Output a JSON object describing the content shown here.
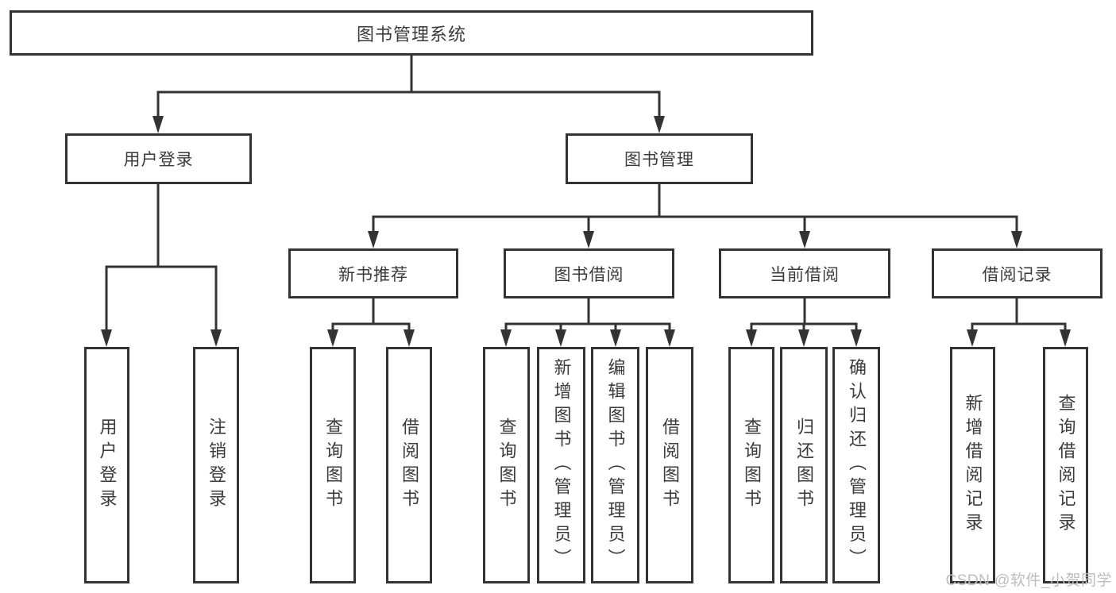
{
  "diagram": {
    "root": {
      "label": "图书管理系统"
    },
    "level2": [
      {
        "label": "用户登录"
      },
      {
        "label": "图书管理"
      }
    ],
    "level3": [
      {
        "label": "新书推荐"
      },
      {
        "label": "图书借阅"
      },
      {
        "label": "当前借阅"
      },
      {
        "label": "借阅记录"
      }
    ],
    "leaves": {
      "user_login": [
        "用户登录",
        "注销登录"
      ],
      "new_book_recommend": [
        "查询图书",
        "借阅图书"
      ],
      "book_borrow": [
        "查询图书",
        "新增图书（管理员）",
        "编辑图书（管理员）",
        "借阅图书"
      ],
      "current_borrow": [
        "查询图书",
        "归还图书",
        "确认归还（管理员）"
      ],
      "borrow_records": [
        "新增借阅记录",
        "查询借阅记录"
      ]
    }
  },
  "watermark": {
    "text": "CSDN @软件_小贺同学"
  },
  "colors": {
    "line": "#333333",
    "box_fill": "#ffffff",
    "text": "#3b3b3b",
    "watermark": "#bdbdbd"
  }
}
